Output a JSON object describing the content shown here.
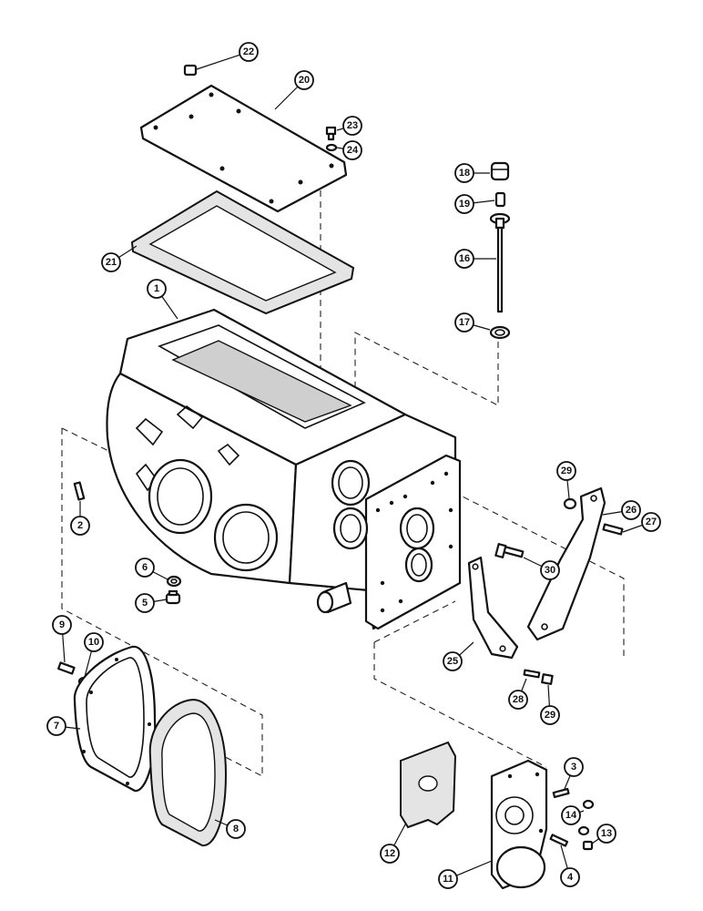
{
  "diagram": {
    "callouts": [
      {
        "label": "22"
      },
      {
        "label": "20"
      },
      {
        "label": "23"
      },
      {
        "label": "24"
      },
      {
        "label": "21"
      },
      {
        "label": "18"
      },
      {
        "label": "19"
      },
      {
        "label": "16"
      },
      {
        "label": "17"
      },
      {
        "label": "1"
      },
      {
        "label": "2"
      },
      {
        "label": "29"
      },
      {
        "label": "26"
      },
      {
        "label": "27"
      },
      {
        "label": "30"
      },
      {
        "label": "6"
      },
      {
        "label": "5"
      },
      {
        "label": "9"
      },
      {
        "label": "10"
      },
      {
        "label": "7"
      },
      {
        "label": "8"
      },
      {
        "label": "25"
      },
      {
        "label": "28"
      },
      {
        "label": "29"
      },
      {
        "label": "3"
      },
      {
        "label": "14"
      },
      {
        "label": "13"
      },
      {
        "label": "12"
      },
      {
        "label": "11"
      },
      {
        "label": "4"
      }
    ]
  }
}
